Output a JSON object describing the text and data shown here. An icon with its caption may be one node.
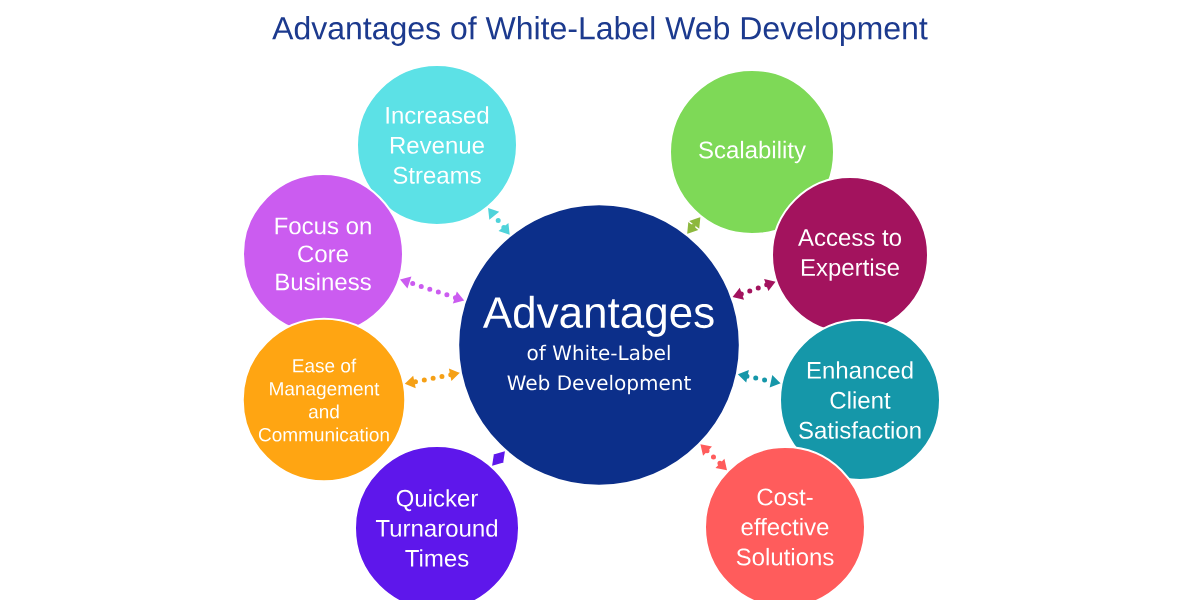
{
  "diagram": {
    "title": "Advantages of White-Label Web Development",
    "nodes": [
      {
        "text": [
          "Increased Revenue Streams"
        ]
      },
      {
        "text": [
          "Scalability"
        ]
      },
      {
        "text": [
          "Focus on Core Business"
        ]
      },
      {
        "text": [
          "Access to Expertise"
        ]
      },
      {
        "text": [
          "Advantages",
          "of White-Label Web Development"
        ]
      },
      {
        "text": [
          "Ease of Management and Communication"
        ]
      },
      {
        "text": [
          "Enhanced Client Satisfaction"
        ]
      },
      {
        "text": [
          "Quicker Turnaround Times"
        ]
      },
      {
        "text": [
          "Cost-effective Solutions"
        ]
      }
    ],
    "edges": [
      {
        "from": 4,
        "to": 0,
        "arrow": "both",
        "color": "#4fd3da"
      },
      {
        "from": 4,
        "to": 1,
        "arrow": "both",
        "color": "#8db83e"
      },
      {
        "from": 4,
        "to": 2,
        "arrow": "both",
        "color": "#cb5cf0"
      },
      {
        "from": 4,
        "to": 3,
        "arrow": "both",
        "color": "#a3135e"
      },
      {
        "from": 4,
        "to": 5,
        "arrow": "both",
        "color": "#f5a016"
      },
      {
        "from": 4,
        "to": 6,
        "arrow": "both",
        "color": "#1597a9"
      },
      {
        "from": 4,
        "to": 7,
        "arrow": "both",
        "color": "#5e17eb"
      },
      {
        "from": 4,
        "to": 8,
        "arrow": "both",
        "color": "#ff5c5c"
      }
    ]
  }
}
